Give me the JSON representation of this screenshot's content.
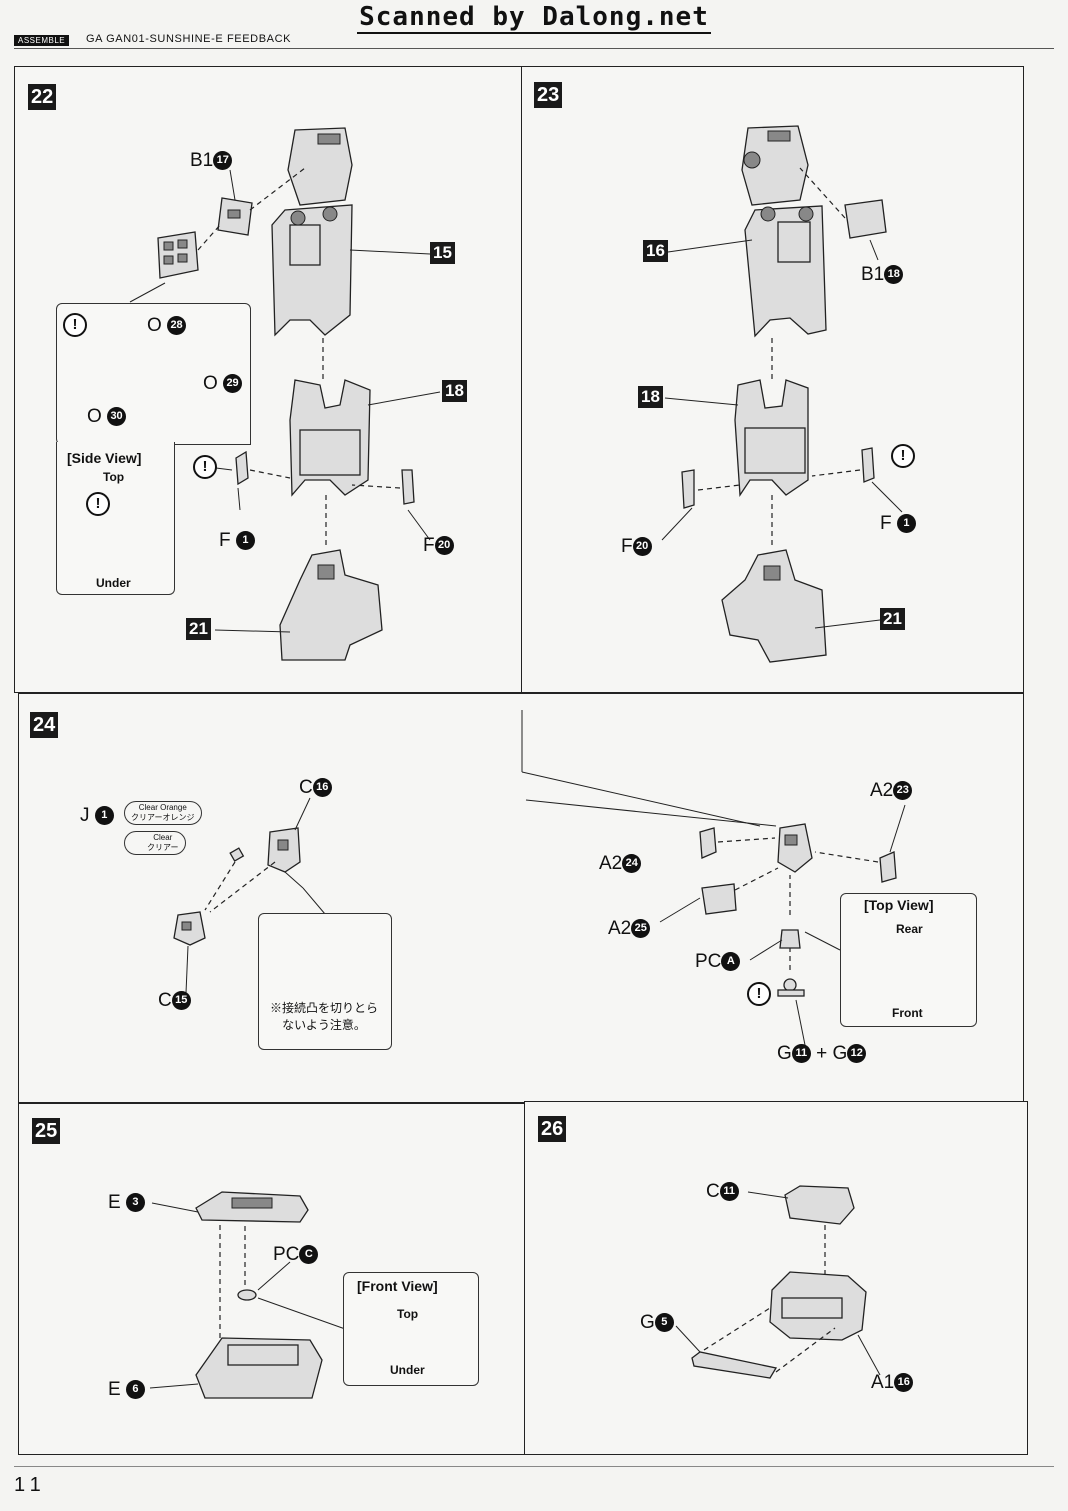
{
  "watermark": "Scanned by Dalong.net",
  "header": {
    "tag": "ASSEMBLE",
    "title": "GA GAN01-SUNSHINE-E FEEDBACK"
  },
  "steps": {
    "s22": {
      "number": "22",
      "b1_letter": "B1",
      "b1_num": "17",
      "ref15": "15",
      "ref18": "18",
      "ref21": "21",
      "f1_letter": "F",
      "f1_num": "1",
      "f20_letter": "F",
      "f20_num": "20",
      "o28_letter": "O",
      "o28_num": "28",
      "o29_letter": "O",
      "o29_num": "29",
      "o30_letter": "O",
      "o30_num": "30",
      "side_view": "[Side View]",
      "top": "Top",
      "under": "Under"
    },
    "s23": {
      "number": "23",
      "ref16": "16",
      "ref18": "18",
      "ref21": "21",
      "b1_letter": "B1",
      "b1_num": "18",
      "f1_letter": "F",
      "f1_num": "1",
      "f20_letter": "F",
      "f20_num": "20"
    },
    "s24": {
      "number": "24",
      "j_letter": "J",
      "j_num": "1",
      "clear_orange_en": "Clear Orange",
      "clear_orange_jp": "クリアーオレンジ",
      "clear_en": "Clear",
      "clear_jp": "クリアー",
      "c16_letter": "C",
      "c16_num": "16",
      "c15_letter": "C",
      "c15_num": "15",
      "note_line1": "※接続凸を切りとら",
      "note_line2": "ないよう注意。",
      "a2_23_letter": "A2",
      "a2_23_num": "23",
      "a2_24_letter": "A2",
      "a2_24_num": "24",
      "a2_25_letter": "A2",
      "a2_25_num": "25",
      "pc_letter": "PC",
      "pc_num": "A",
      "g11_letter": "G",
      "g11_num": "11",
      "plus": "+",
      "g12_letter": "G",
      "g12_num": "12",
      "top_view": "[Top View]",
      "rear": "Rear",
      "front": "Front"
    },
    "s25": {
      "number": "25",
      "e3_letter": "E",
      "e3_num": "3",
      "pc_letter": "PC",
      "pc_num": "C",
      "e6_letter": "E",
      "e6_num": "6",
      "front_view": "[Front View]",
      "top": "Top",
      "under": "Under"
    },
    "s26": {
      "number": "26",
      "c11_letter": "C",
      "c11_num": "11",
      "g5_letter": "G",
      "g5_num": "5",
      "a1_letter": "A1",
      "a1_num": "16"
    }
  },
  "warning_symbol": "!",
  "page_number": "11"
}
